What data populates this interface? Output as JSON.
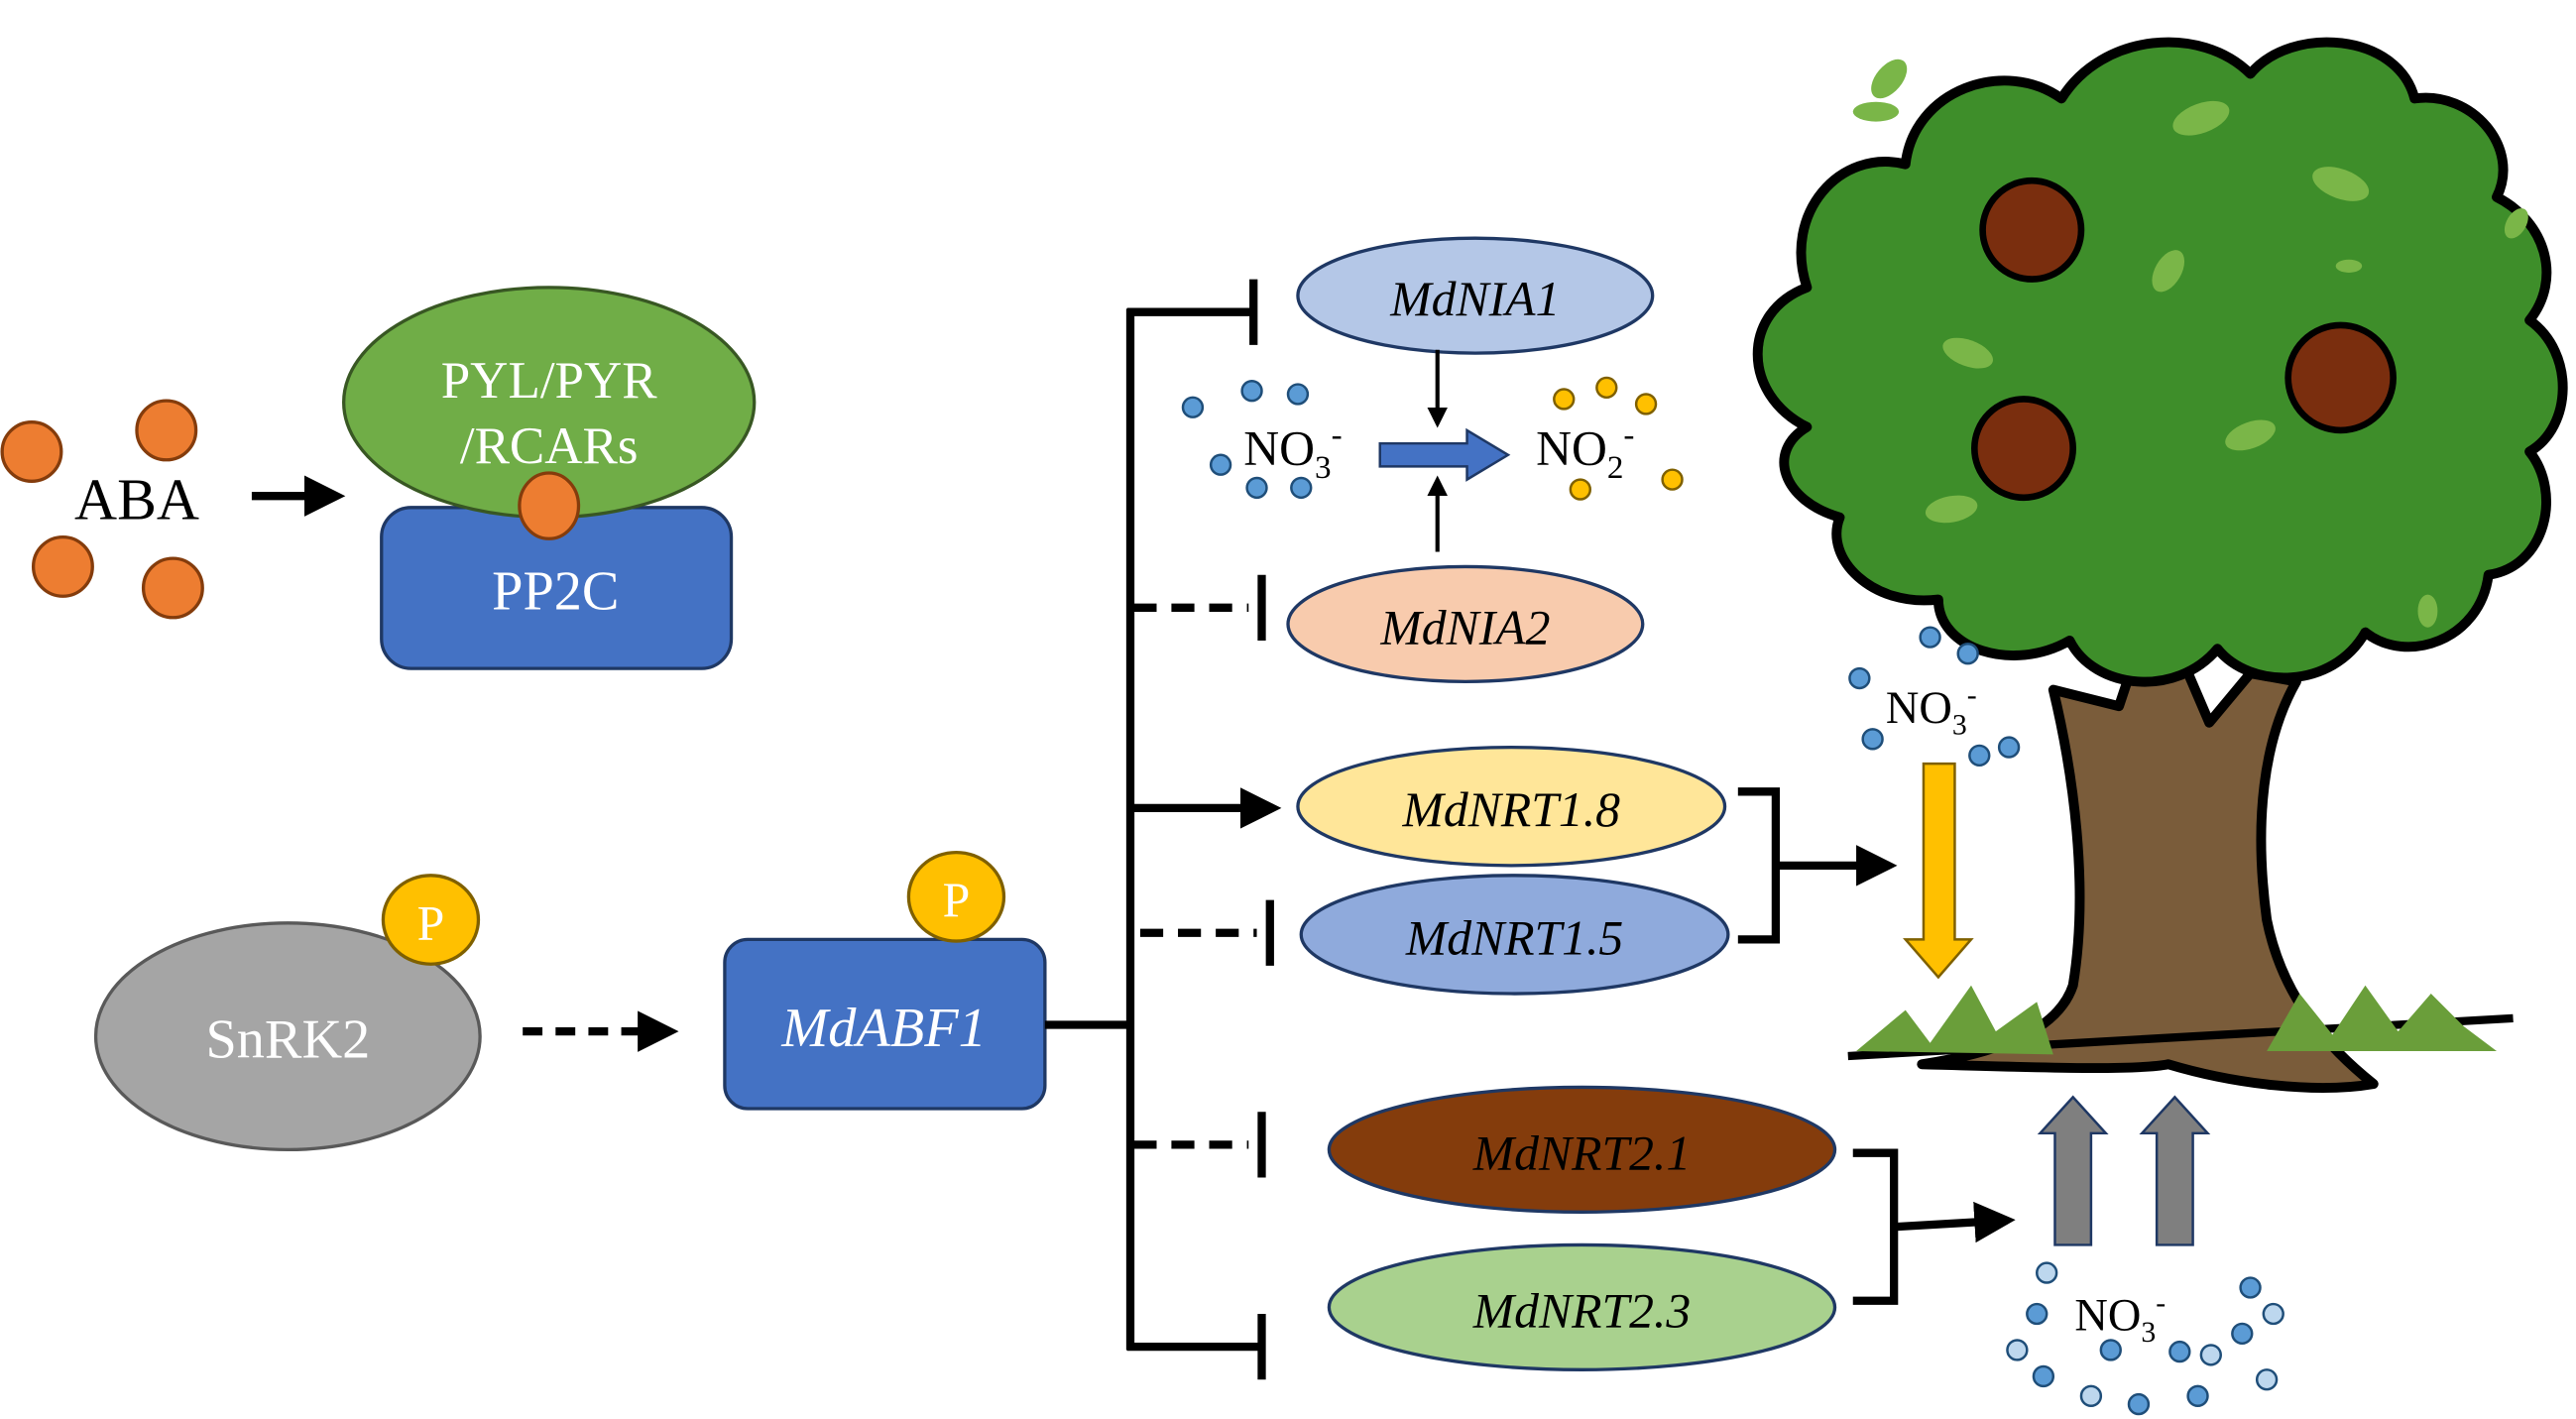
{
  "aba": {
    "label": "ABA"
  },
  "receptor": {
    "line1": "PYL/PYR",
    "line2": "/RCARs"
  },
  "pp2c": {
    "label": "PP2C"
  },
  "snrk2": {
    "label": "SnRK2",
    "phospho": "P"
  },
  "abf1": {
    "label": "MdABF1",
    "phospho": "P"
  },
  "genes": {
    "nia1": "MdNIA1",
    "nia2": "MdNIA2",
    "nrt18": "MdNRT1.8",
    "nrt15": "MdNRT1.5",
    "nrt21": "MdNRT2.1",
    "nrt23": "MdNRT2.3"
  },
  "reaction": {
    "substrate": "NO",
    "substrate_sub": "3",
    "substrate_sup": "-",
    "product": "NO",
    "product_sub": "2",
    "product_sup": "-"
  },
  "shoot_nitrate": {
    "base": "NO",
    "sub": "3",
    "sup": "-"
  },
  "root_nitrate": {
    "base": "NO",
    "sub": "3",
    "sup": "-"
  },
  "colors": {
    "aba_dot": "#ED7D31",
    "receptor": "#70AD47",
    "pp2c": "#4472C4",
    "snrk2": "#A5A5A5",
    "phospho": "#FFC000",
    "nia1": "#B4C7E7",
    "nia2": "#F8CBAD",
    "nrt18": "#FFE699",
    "nrt15": "#8FAADC",
    "nrt21": "#843C0C",
    "nrt23": "#A9D18E",
    "nitrate_dot": "#5B9BD5",
    "nitrite_dot": "#FFC000",
    "yellow_arrow": "#FFC000",
    "grey_arrow": "#7F7F7F",
    "canopy": "#3E8E2A",
    "trunk": "#7A5C3A",
    "apple": "#7A2E0E"
  }
}
